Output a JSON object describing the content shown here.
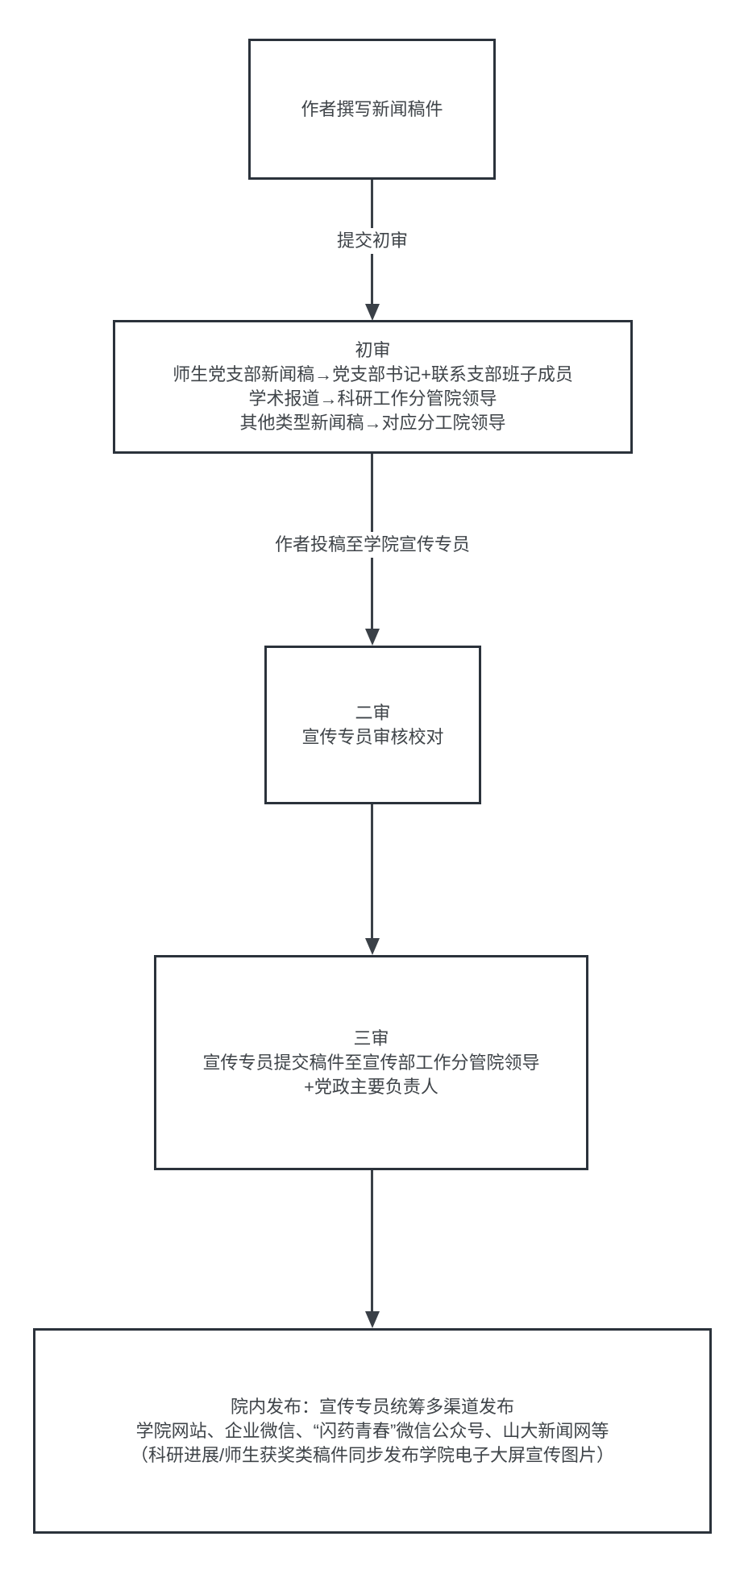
{
  "diagram": {
    "type": "flowchart",
    "direction": "top-down",
    "colors": {
      "border": "#2b323b",
      "line": "#3a4047",
      "text": "#3f4449",
      "background": "#ffffff"
    },
    "nodes": [
      {
        "id": "author-write",
        "lines": [
          "作者撰写新闻稿件"
        ]
      },
      {
        "id": "first-review",
        "lines": [
          "初审",
          "师生党支部新闻稿→党支部书记+联系支部班子成员",
          "学术报道→科研工作分管院领导",
          "其他类型新闻稿→对应分工院领导"
        ]
      },
      {
        "id": "second-review",
        "lines": [
          "二审",
          "宣传专员审核校对"
        ]
      },
      {
        "id": "third-review",
        "lines": [
          "三审",
          "宣传专员提交稿件至宣传部工作分管院领导",
          "+党政主要负责人"
        ]
      },
      {
        "id": "publish",
        "lines": [
          "院内发布：宣传专员统筹多渠道发布",
          "学院网站、企业微信、“闪药青春”微信公众号、山大新闻网等",
          "（科研进展/师生获奖类稿件同步发布学院电子大屏宣传图片）"
        ]
      }
    ],
    "edges": [
      {
        "from": "author-write",
        "to": "first-review",
        "label": "提交初审"
      },
      {
        "from": "first-review",
        "to": "second-review",
        "label": "作者投稿至学院宣传专员"
      },
      {
        "from": "second-review",
        "to": "third-review",
        "label": ""
      },
      {
        "from": "third-review",
        "to": "publish",
        "label": ""
      }
    ]
  }
}
